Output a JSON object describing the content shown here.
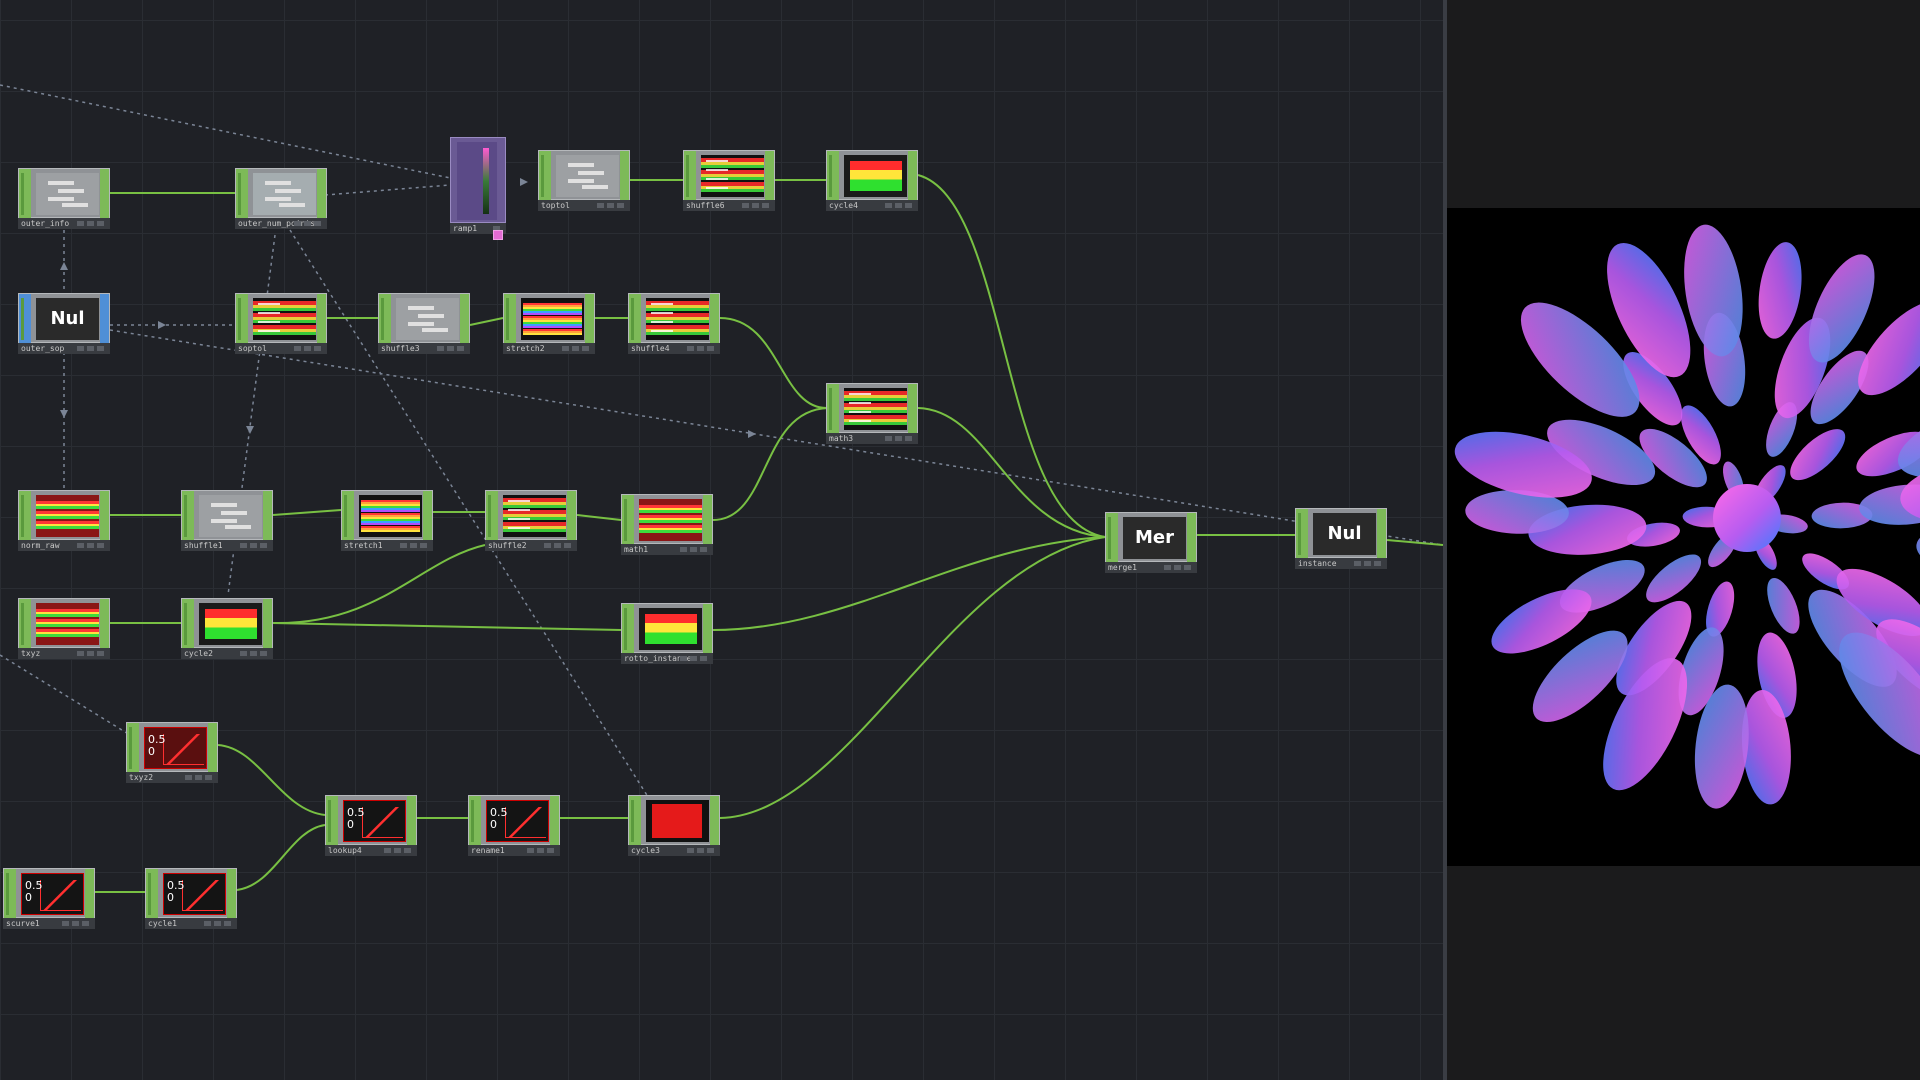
{
  "network": {
    "nodes": [
      {
        "id": "outer_info",
        "label": "outer_info",
        "view_text": ""
      },
      {
        "id": "outer_num_points",
        "label": "outer_num_points",
        "view_text": ""
      },
      {
        "id": "ramp1",
        "label": "ramp1",
        "view_text": ""
      },
      {
        "id": "toptol",
        "label": "toptol",
        "view_text": ""
      },
      {
        "id": "shuffle6",
        "label": "shuffle6",
        "view_text": ""
      },
      {
        "id": "cycle4",
        "label": "cycle4",
        "view_text": ""
      },
      {
        "id": "outer_sop",
        "label": "outer_sop",
        "view_text": "Nul"
      },
      {
        "id": "soptol",
        "label": "soptol",
        "view_text": ""
      },
      {
        "id": "shuffle3",
        "label": "shuffle3",
        "view_text": ""
      },
      {
        "id": "stretch2",
        "label": "stretch2",
        "view_text": ""
      },
      {
        "id": "shuffle4",
        "label": "shuffle4",
        "view_text": ""
      },
      {
        "id": "math3",
        "label": "math3",
        "view_text": ""
      },
      {
        "id": "norm_raw",
        "label": "norm_raw",
        "view_text": ""
      },
      {
        "id": "shuffle1",
        "label": "shuffle1",
        "view_text": ""
      },
      {
        "id": "stretch1",
        "label": "stretch1",
        "view_text": ""
      },
      {
        "id": "shuffle2",
        "label": "shuffle2",
        "view_text": ""
      },
      {
        "id": "math1",
        "label": "math1",
        "view_text": ""
      },
      {
        "id": "merge1",
        "label": "merge1",
        "view_text": "Mer"
      },
      {
        "id": "instance",
        "label": "instance",
        "view_text": "Nul"
      },
      {
        "id": "txyz",
        "label": "txyz",
        "view_text": ""
      },
      {
        "id": "cycle2",
        "label": "cycle2",
        "view_text": ""
      },
      {
        "id": "rotto_instance",
        "label": "rotto_instance",
        "view_text": ""
      },
      {
        "id": "txyz2",
        "label": "txyz2",
        "view_text": ""
      },
      {
        "id": "lookup4",
        "label": "lookup4",
        "view_text": ""
      },
      {
        "id": "rename1",
        "label": "rename1",
        "view_text": ""
      },
      {
        "id": "cycle3",
        "label": "cycle3",
        "view_text": ""
      },
      {
        "id": "scurve1",
        "label": "scurve1",
        "view_text": ""
      },
      {
        "id": "cycle1",
        "label": "cycle1",
        "view_text": ""
      }
    ]
  },
  "colors": {
    "background": "#1f2126",
    "wire": "#78c043",
    "dashed_wire": "#7b8596",
    "node_green": "#7dba58",
    "node_blue": "#4f8fd6",
    "viewer_magenta": "#e85be0",
    "viewer_blue": "#4a7cff"
  },
  "viewer": {
    "content": "instanced petal geometry render"
  }
}
